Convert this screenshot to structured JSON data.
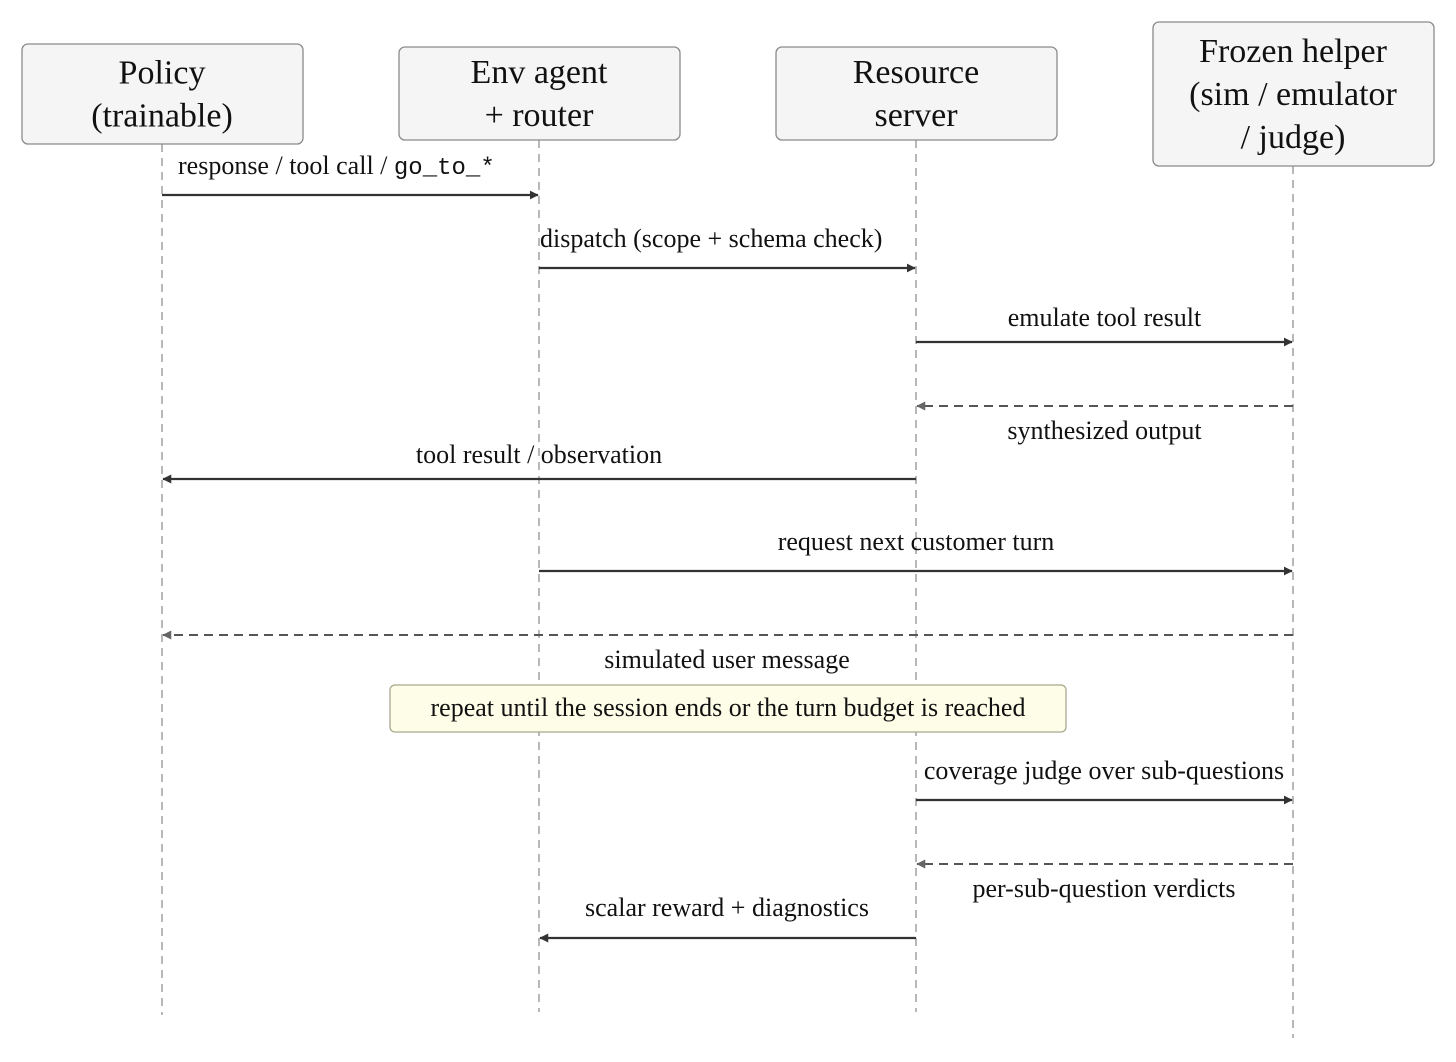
{
  "actors": [
    {
      "id": "policy",
      "lines": [
        "Policy",
        "(trainable)"
      ]
    },
    {
      "id": "env",
      "lines": [
        "Env agent",
        "+ router"
      ]
    },
    {
      "id": "resource",
      "lines": [
        "Resource",
        "server"
      ]
    },
    {
      "id": "helper",
      "lines": [
        "Frozen helper",
        "(sim / emulator",
        "/ judge)"
      ]
    }
  ],
  "messages": [
    {
      "from": "policy",
      "to": "env",
      "style": "solid",
      "label": "response / tool call / ",
      "code": "go_to_*"
    },
    {
      "from": "env",
      "to": "resource",
      "style": "solid",
      "label": "dispatch (scope + schema check)"
    },
    {
      "from": "resource",
      "to": "helper",
      "style": "solid",
      "label": "emulate tool result"
    },
    {
      "from": "helper",
      "to": "resource",
      "style": "dashed",
      "label": "synthesized output"
    },
    {
      "from": "resource",
      "to": "policy",
      "style": "solid",
      "label": "tool result / observation"
    },
    {
      "from": "env",
      "to": "helper",
      "style": "solid",
      "label": "request next customer turn"
    },
    {
      "from": "helper",
      "to": "policy",
      "style": "dashed",
      "label": "simulated user message"
    },
    {
      "from": "resource",
      "to": "helper",
      "style": "solid",
      "label": "coverage judge over sub-questions"
    },
    {
      "from": "helper",
      "to": "resource",
      "style": "dashed",
      "label": "per-sub-question verdicts"
    },
    {
      "from": "resource",
      "to": "env",
      "style": "solid",
      "label": "scalar reward + diagnostics"
    }
  ],
  "note": {
    "text": "repeat until the session ends or the turn budget is reached"
  },
  "colors": {
    "actor_fill": "#f5f5f5",
    "note_fill": "#fefde8",
    "solid_arrow": "#333333",
    "dashed_arrow": "#555555"
  }
}
